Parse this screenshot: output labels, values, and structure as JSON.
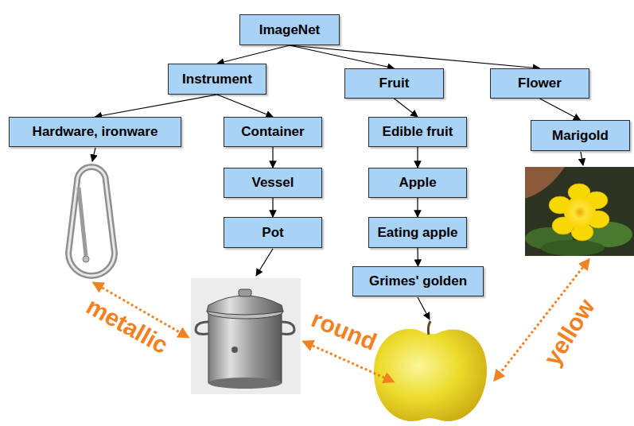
{
  "diagram": {
    "nodes": [
      {
        "text": [
          "ImageNet"
        ]
      },
      {
        "text": [
          "Instrument"
        ]
      },
      {
        "text": [
          "Fruit"
        ]
      },
      {
        "text": [
          "Flower"
        ]
      },
      {
        "text": [
          "Hardware, ironware"
        ]
      },
      {
        "text": [
          "Container"
        ]
      },
      {
        "text": [
          "Edible fruit"
        ]
      },
      {
        "text": [
          "Marigold"
        ]
      },
      {
        "text": [
          "Vessel"
        ]
      },
      {
        "text": [
          "Apple"
        ]
      },
      {
        "text": [
          "Pot"
        ]
      },
      {
        "text": [
          "Eating apple"
        ]
      },
      {
        "text": [
          "Grimes' golden"
        ]
      }
    ],
    "edges": [
      {
        "from": 0,
        "to": 1,
        "arrow": "to"
      },
      {
        "from": 0,
        "to": 2,
        "arrow": "to"
      },
      {
        "from": 0,
        "to": 3,
        "arrow": "to"
      },
      {
        "from": 1,
        "to": 4,
        "arrow": "to"
      },
      {
        "from": 1,
        "to": 5,
        "arrow": "to"
      },
      {
        "from": 2,
        "to": 6,
        "arrow": "to"
      },
      {
        "from": 3,
        "to": 7,
        "arrow": "to"
      },
      {
        "from": 5,
        "to": 8,
        "arrow": "to"
      },
      {
        "from": 6,
        "to": 9,
        "arrow": "to"
      },
      {
        "from": 8,
        "to": 10,
        "arrow": "to"
      },
      {
        "from": 9,
        "to": 11,
        "arrow": "to"
      },
      {
        "from": 11,
        "to": 12,
        "arrow": "to"
      }
    ],
    "labels": [
      "metallic",
      "round",
      "yellow"
    ]
  }
}
